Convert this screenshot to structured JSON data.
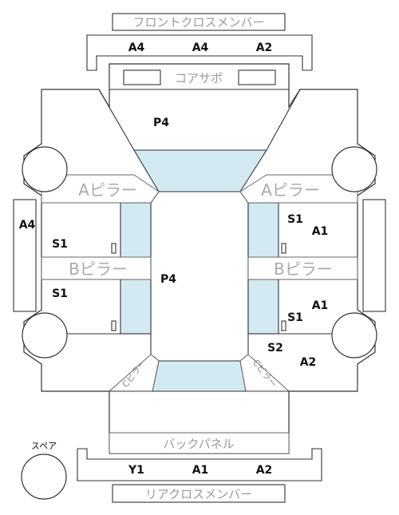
{
  "top_bar_label": "フロントクロスメンバー",
  "top_codes": [
    "A4",
    "A4",
    "A2"
  ],
  "core_support_label": "コアサポ",
  "p4_upper": "P4",
  "a_pillar_left": "Aピラー",
  "a_pillar_right": "Aピラー",
  "left_a4": "A4",
  "left_s1_upper": "S1",
  "left_s1_lower": "S1",
  "b_pillar_left": "Bピラー",
  "b_pillar_right": "Bピラー",
  "p4_center": "P4",
  "right_s1_upper": "S1",
  "right_a1_upper": "A1",
  "right_a1_lower": "A1",
  "right_s1_lower": "S1",
  "right_s2": "S2",
  "right_a2": "A2",
  "c_pillar_left": "Cピラー",
  "c_pillar_right": "Cピラー",
  "back_panel_label": "バックパネル",
  "spare_label": "スペア",
  "bottom_codes": [
    "Y1",
    "A1",
    "A2"
  ],
  "rear_bar_label": "リアクロスメンバー",
  "colors": {
    "glass": "#d3eaf2",
    "outline": "#333333",
    "label_gray": "#9a9a9a"
  }
}
